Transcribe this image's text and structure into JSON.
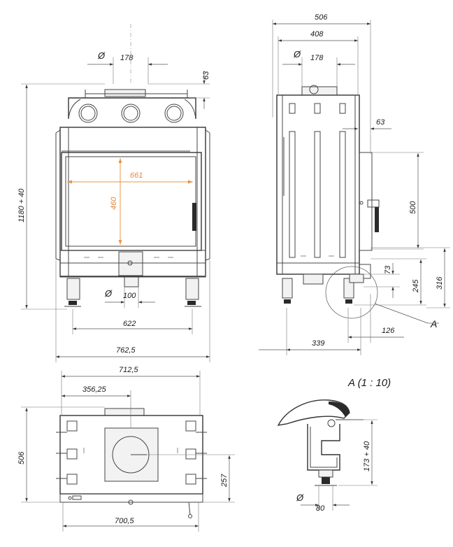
{
  "front_view": {
    "dim_flue_diameter": "178",
    "dim_flue_height": "63",
    "dim_total_height": "1180 + 40",
    "dim_glass_width": "661",
    "dim_glass_height": "460",
    "dim_air_inlet_diameter": "100",
    "dim_feet_spacing": "622",
    "dim_total_width": "762,5"
  },
  "side_view": {
    "dim_total_depth": "506",
    "dim_body_depth": "408",
    "dim_flue_diameter": "178",
    "dim_top_offset": "63",
    "dim_handle_height": "500",
    "dim_73": "73",
    "dim_245": "245",
    "dim_316": "316",
    "dim_126": "126",
    "dim_339": "339",
    "detail_marker": "A"
  },
  "top_view": {
    "dim_width": "712,5",
    "dim_flue_offset": "356,25",
    "dim_depth": "506",
    "dim_flue_depth_offset": "257",
    "dim_base_width": "700,5"
  },
  "detail_view": {
    "title": "A (1 : 10)",
    "dim_height": "173 + 40",
    "dim_diameter": "80"
  },
  "symbols": {
    "diameter": "Ø"
  }
}
